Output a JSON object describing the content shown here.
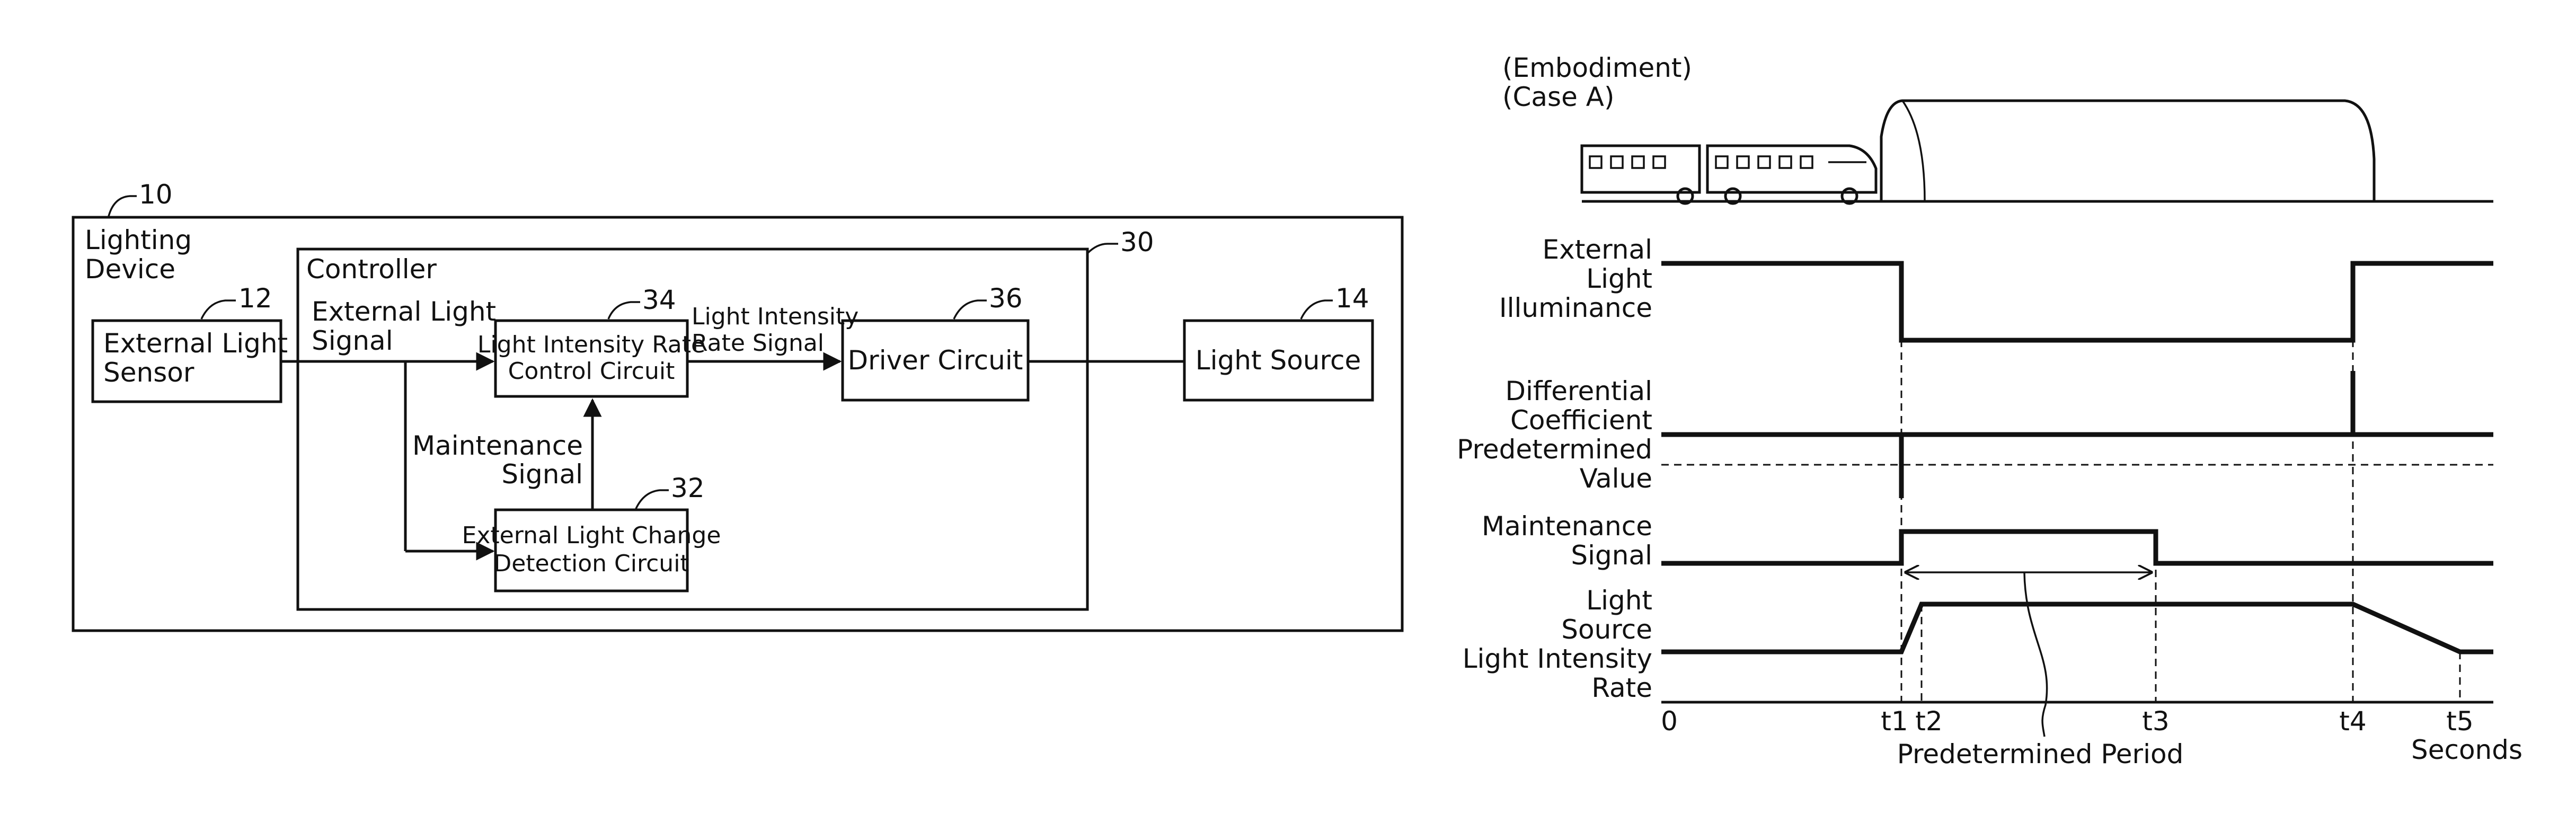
{
  "block_diagram": {
    "lighting_device": {
      "ref": "10",
      "label_line1": "Lighting",
      "label_line2": "Device"
    },
    "controller": {
      "ref": "30",
      "label": "Controller"
    },
    "external_light_sensor": {
      "ref": "12",
      "line1": "External Light",
      "line2": "Sensor"
    },
    "external_light_signal": {
      "line1": "External Light",
      "line2": "Signal"
    },
    "light_intensity_rate_control_circuit": {
      "ref": "34",
      "line1": "Light Intensity Rate",
      "line2": "Control Circuit"
    },
    "light_intensity_rate_signal": {
      "line1": "Light Intensity",
      "line2": "Rate Signal"
    },
    "driver_circuit": {
      "ref": "36",
      "label": "Driver Circuit"
    },
    "light_source": {
      "ref": "14",
      "label": "Light Source"
    },
    "maintenance_signal": {
      "line1": "Maintenance",
      "line2": "Signal"
    },
    "external_light_change_detection_circuit": {
      "ref": "32",
      "line1": "External Light Change",
      "line2": "Detection Circuit"
    }
  },
  "timing_diagram": {
    "title_line1": "(Embodiment)",
    "title_line2": "(Case A)",
    "rows": {
      "external_light_illuminance": {
        "line1": "External",
        "line2": "Light",
        "line3": "Illuminance"
      },
      "differential_coefficient": {
        "line1": "Differential",
        "line2": "Coefficient"
      },
      "predetermined_value": {
        "line1": "Predetermined",
        "line2": "Value"
      },
      "maintenance_signal": {
        "line1": "Maintenance",
        "line2": "Signal"
      },
      "light_source_rate": {
        "line1": "Light",
        "line2": "Source",
        "line3": "Light Intensity",
        "line4": "Rate"
      }
    },
    "time_ticks": {
      "zero": "0",
      "t1": "t1",
      "t2": "t2",
      "t3": "t3",
      "t4": "t4",
      "t5": "t5"
    },
    "time_unit": "Seconds",
    "predetermined_period": "Predetermined Period"
  }
}
